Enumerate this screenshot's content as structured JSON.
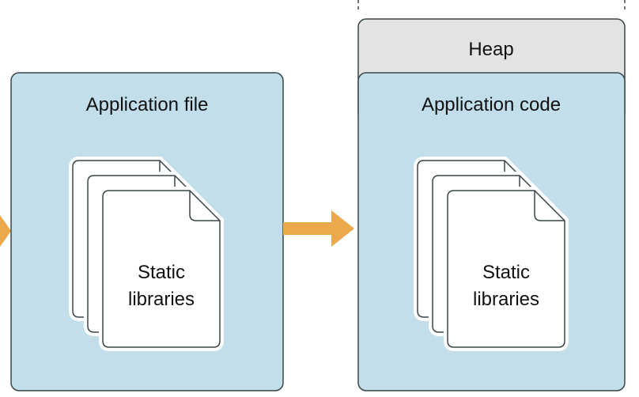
{
  "left_panel": {
    "title": "Application file",
    "doc_label_line1": "Static",
    "doc_label_line2": "libraries"
  },
  "right_panel": {
    "heap_label": "Heap",
    "title": "Application code",
    "doc_label_line1": "Static",
    "doc_label_line2": "libraries"
  },
  "colors": {
    "panel_fill": "#c2deea",
    "panel_stroke": "#3a4548",
    "heap_fill": "#e3e3e3",
    "arrow": "#eba94c",
    "page_fill": "#ffffff"
  },
  "icons": {
    "arrows": [
      "arrow-right-icon",
      "arrow-right-icon"
    ],
    "documents": [
      "document-stack-icon",
      "document-stack-icon"
    ]
  }
}
